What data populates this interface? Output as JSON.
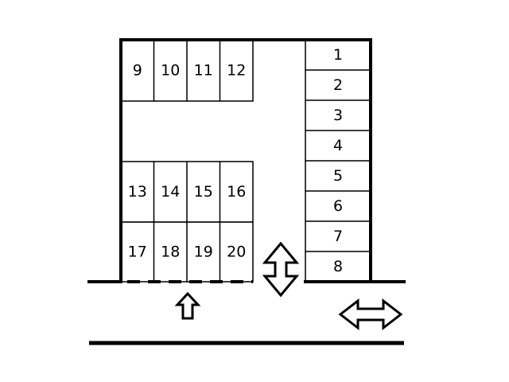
{
  "parking_lot": {
    "right_column_spaces": [
      "1",
      "2",
      "3",
      "4",
      "5",
      "6",
      "7",
      "8"
    ],
    "top_row_spaces": [
      "9",
      "10",
      "11",
      "12"
    ],
    "middle_row_spaces": [
      "13",
      "14",
      "15",
      "16"
    ],
    "bottom_row_spaces": [
      "17",
      "18",
      "19",
      "20"
    ]
  },
  "icons": {
    "entrance_arrow": "up-arrow-icon",
    "lot_access_arrow": "up-down-arrow-icon",
    "road_direction_arrow": "left-right-arrow-icon"
  }
}
